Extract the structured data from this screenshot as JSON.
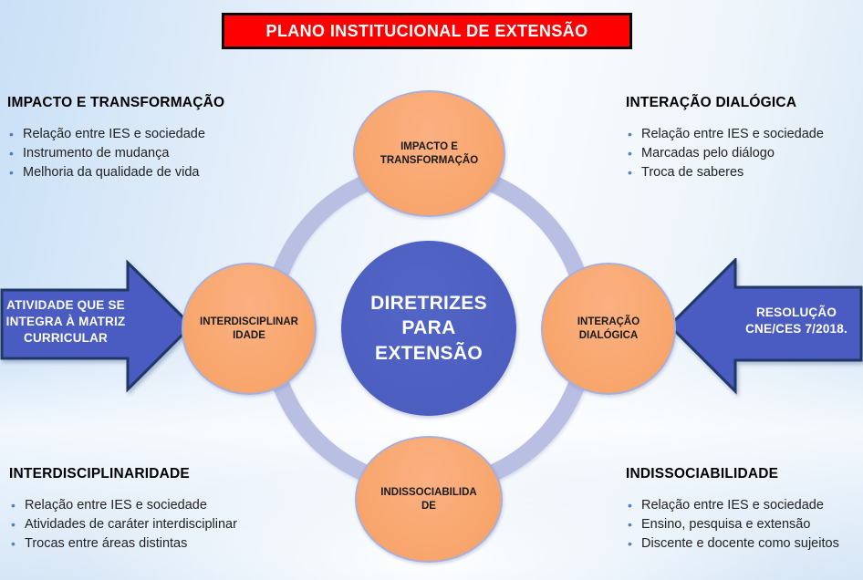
{
  "title": {
    "text": "PLANO INSTITUCIONAL DE EXTENSÃO"
  },
  "center_circle": {
    "lines": [
      "DIRETRIZES",
      "PARA",
      "EXTENSÃO"
    ]
  },
  "satellites": {
    "top": {
      "lines": [
        "IMPACTO  E",
        "TRANSFORMAÇÃO"
      ]
    },
    "right": {
      "lines": [
        "INTERAÇÃO",
        "DIALÓGICA"
      ]
    },
    "bottom": {
      "lines": [
        "INDISSOCIABILIDA",
        "DE"
      ]
    },
    "left": {
      "lines": [
        "INTERDISCIPLINAR",
        "IDADE"
      ]
    }
  },
  "arrows": {
    "left": {
      "lines": [
        "ATIVIDADE QUE SE",
        "INTEGRA À  MATRIZ",
        "CURRICULAR"
      ]
    },
    "right": {
      "lines": [
        "RESOLUÇÃO",
        "CNE/CES 7/2018."
      ]
    }
  },
  "panels": {
    "top_left": {
      "heading": "IMPACTO E TRANSFORMAÇÃO",
      "bullets": [
        "Relação entre IES e sociedade",
        "Instrumento  de mudança",
        "Melhoria da qualidade de vida"
      ]
    },
    "top_right": {
      "heading": "INTERAÇÃO DIALÓGICA",
      "bullets": [
        "Relação entre IES e sociedade",
        "Marcadas pelo diálogo",
        "Troca de saberes"
      ]
    },
    "bottom_left": {
      "heading": "INTERDISCIPLINARIDADE",
      "bullets": [
        "Relação entre IES e sociedade",
        "Atividades de caráter interdisciplinar",
        "Trocas entre áreas distintas"
      ]
    },
    "bottom_right": {
      "heading": "INDISSOCIABILIDADE",
      "bullets": [
        "Relação entre IES e sociedade",
        "Ensino, pesquisa e extensão",
        "Discente e docente como sujeitos"
      ]
    }
  },
  "colors": {
    "banner_bg": "#fe0000",
    "banner_border": "#070707",
    "banner_text": "#ffffff",
    "center_circle": "#4c5ec0",
    "satellite_fill": "#f8a76e",
    "satellite_border": "#a9afd9",
    "ring": "#b9bee3",
    "arrow_fill": "#4a5cc2",
    "arrow_border": "#1f3864",
    "bullet_marker": "#4f81bd",
    "background_top_left": "#c9e0f6"
  }
}
